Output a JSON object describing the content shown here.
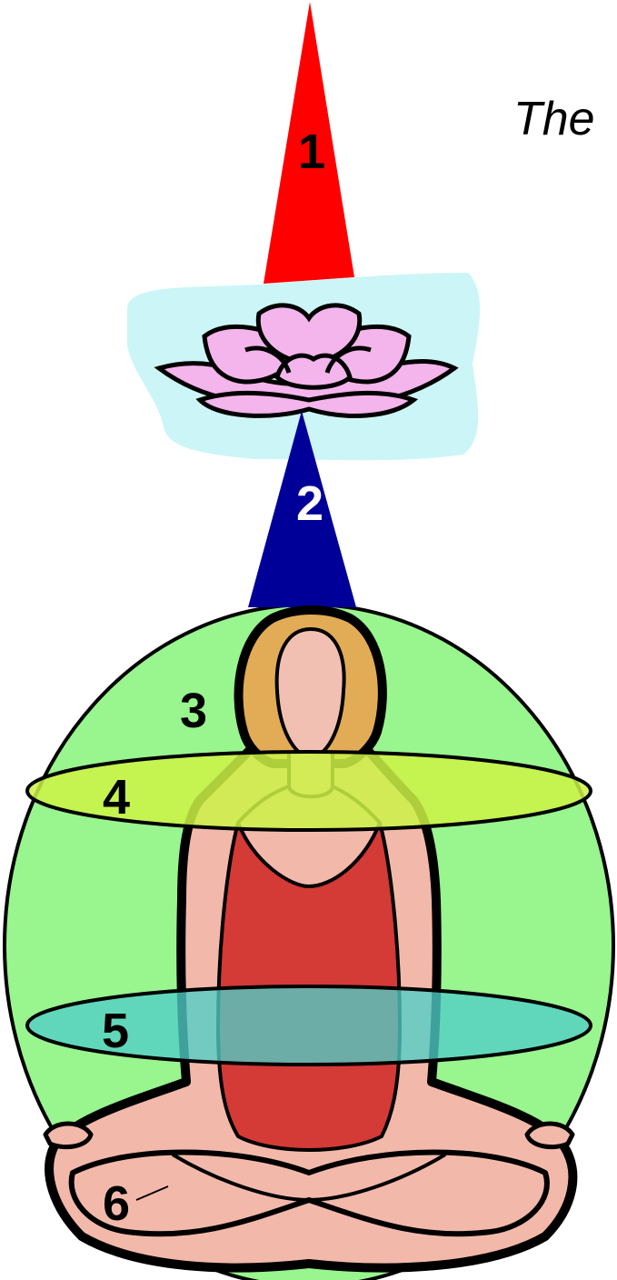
{
  "title": "The",
  "labels": {
    "l1": "1",
    "l2": "2",
    "l3": "3",
    "l4": "4",
    "l5": "5",
    "l6": "6"
  },
  "colors": {
    "crown_triangle": "#ff0000",
    "lower_triangle": "#000099",
    "cloud": "#ccf5f7",
    "lotus": "#f4b4ec",
    "aura": "#99f58e",
    "band_upper": "#ccf245",
    "band_lower": "#4fcec6",
    "body_skin": "#f2b9ab",
    "shirt": "#d43a36",
    "hair": "#e2ac56"
  }
}
